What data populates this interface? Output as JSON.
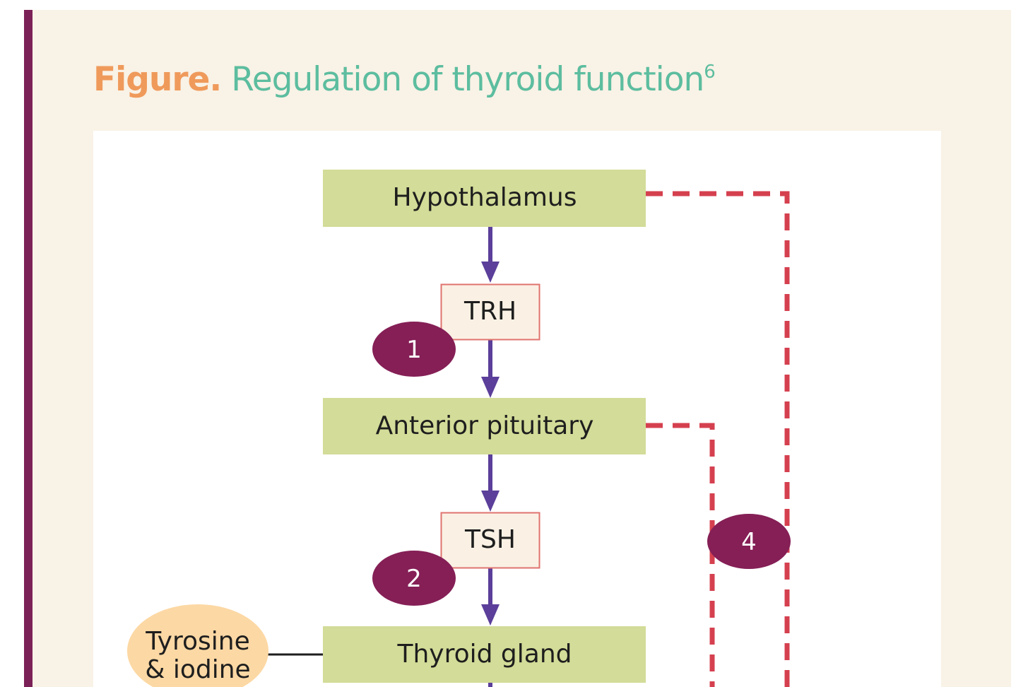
{
  "figure": {
    "label": "Figure.",
    "title": "Regulation of thyroid function",
    "reference": "6"
  },
  "nodes": {
    "hypothalamus": "Hypothalamus",
    "trh": "TRH",
    "anterior_pituitary": "Anterior pituitary",
    "tsh": "TSH",
    "thyroid_gland": "Thyroid gland",
    "precursor_line1": "Tyrosine",
    "precursor_line2": "& iodine"
  },
  "steps": [
    "1",
    "2",
    "4"
  ],
  "colors": {
    "accent_bar": "#7c2158",
    "panel_bg": "#f9f2e6",
    "figure_label": "#ef9a5b",
    "title": "#5cbd9f",
    "organ_box": "#d3dc98",
    "hormone_box_fill": "#faf1e4",
    "hormone_box_border": "#e0736f",
    "arrow": "#5b3f9a",
    "feedback_dashed": "#d5404f",
    "step_badge": "#851f56",
    "precursor_oval": "#fcd8a4"
  }
}
